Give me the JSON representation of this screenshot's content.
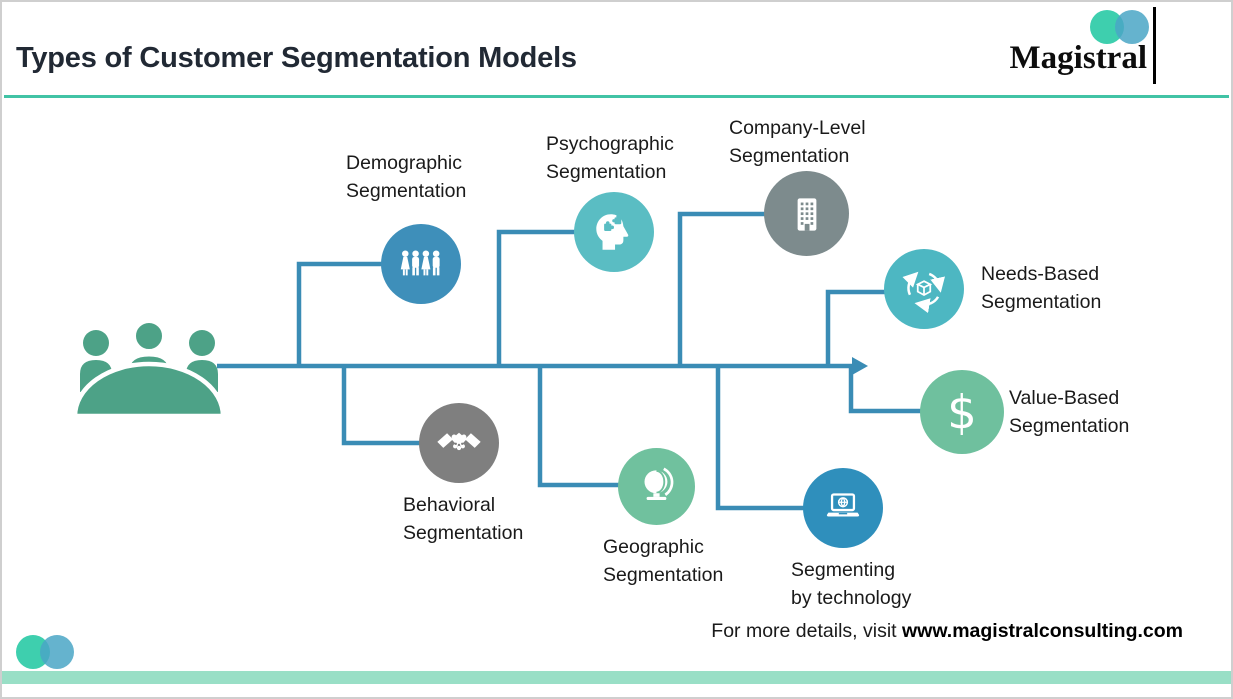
{
  "header": {
    "title": "Types of Customer Segmentation Models",
    "brand": "Magistral"
  },
  "footer": {
    "prefix": "For more details, visit ",
    "link": "www.magistralconsulting.com"
  },
  "colors": {
    "accent_teal": "#41c3a5",
    "band_mint": "#99dfc6",
    "line_blue": "#3a8cb5",
    "logo_green": "#3ecfae",
    "logo_blue": "#4aa6c6",
    "audience_green": "#4da287",
    "title_text": "#212934",
    "body_text": "#1a1a1a"
  },
  "diagram": {
    "source_icon": "audience-icon",
    "nodes": [
      {
        "label": "Demographic\nSegmentation",
        "color": "#3e8fba",
        "icon": "people-group-icon"
      },
      {
        "label": "Psychographic\nSegmentation",
        "color": "#5abdc3",
        "icon": "head-puzzle-icon"
      },
      {
        "label": "Company-Level\nSegmentation",
        "color": "#7d8b8d",
        "icon": "building-icon"
      },
      {
        "label": "Needs-Based\nSegmentation",
        "color": "#4db7c2",
        "icon": "box-cycle-icon"
      },
      {
        "label": "Value-Based\nSegmentation",
        "color": "#6fc09e",
        "icon": "dollar-icon"
      },
      {
        "label": "Behavioral\nSegmentation",
        "color": "#7f7f7f",
        "icon": "handshake-icon"
      },
      {
        "label": "Geographic\nSegmentation",
        "color": "#70c19e",
        "icon": "globe-icon"
      },
      {
        "label": "Segmenting\nby technology",
        "color": "#2f8fbc",
        "icon": "laptop-icon"
      }
    ]
  }
}
